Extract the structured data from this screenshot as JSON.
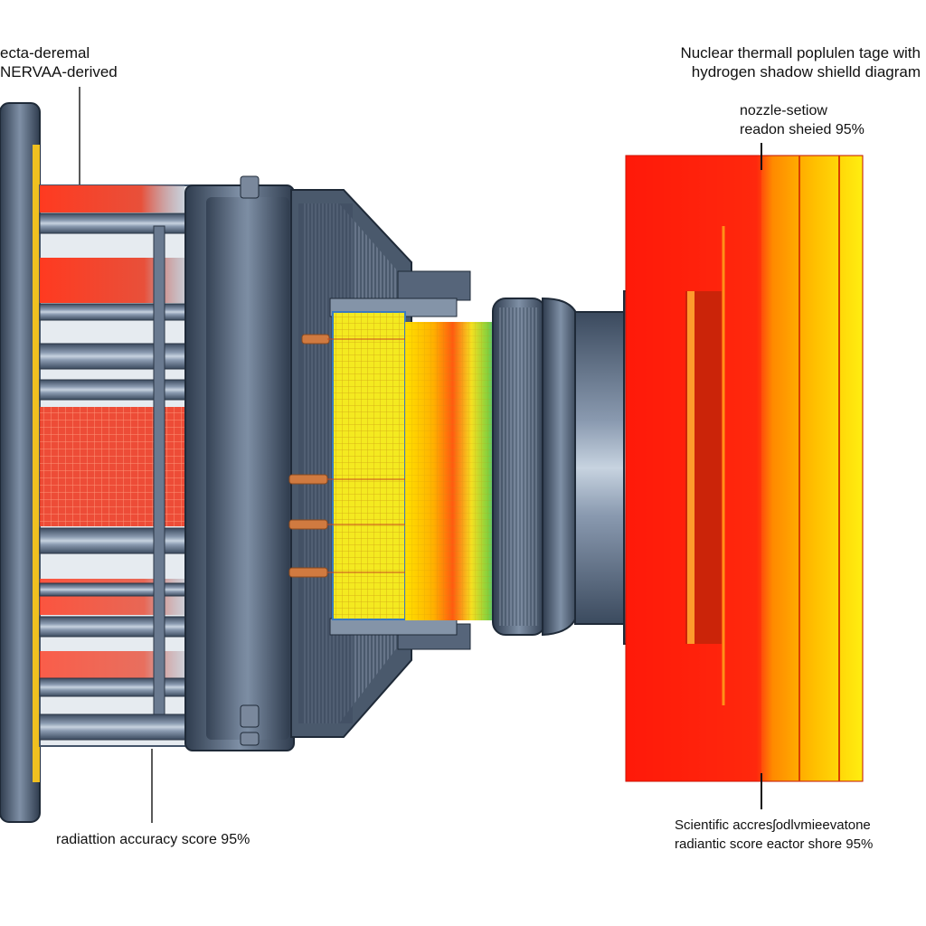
{
  "labels": {
    "top_left": {
      "line1": "ecta-deremal",
      "line2": "NERVAA-derived"
    },
    "top_right": {
      "line1": "Nuclear thermall poplulen tage with",
      "line2": "hydrogen shadow shielld diagram"
    },
    "mid_right": {
      "line1": "nozzle-setiow",
      "line2": "readon sheied 95%"
    },
    "bottom_left": {
      "line1": "radiattion accuracy score 95%"
    },
    "bottom_right": {
      "line1": "Scientific accresʃodlvmieevatone",
      "line2": "radiantic score eactor shore 95%"
    }
  },
  "colors": {
    "steel": "#5a6b82",
    "steel_dark": "#3b4a5e",
    "steel_light": "#aebccc",
    "hot_red": "#ff2a10",
    "hot_orange": "#ff8c00",
    "hot_yellow": "#ffee00",
    "core_grid": "#e83a20",
    "copper": "#d07a40"
  },
  "icons": [
    "engine-body",
    "reactor-core-grid",
    "nozzle-throat",
    "shadow-shield-panel"
  ]
}
